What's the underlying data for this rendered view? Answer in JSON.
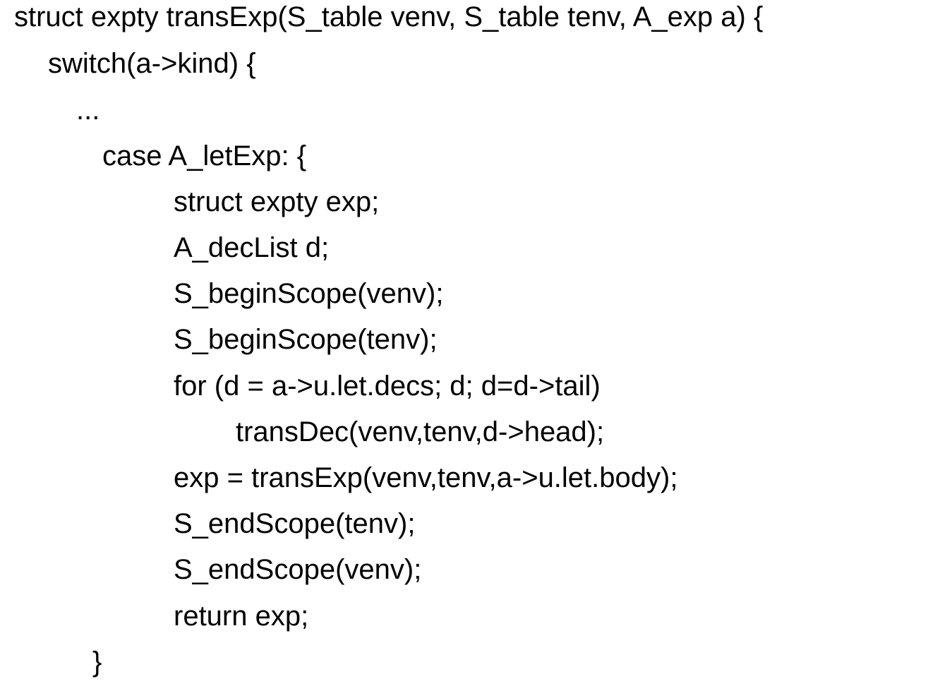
{
  "code": {
    "lines": [
      "struct expty transExp(S_table venv, S_table tenv, A_exp a) {",
      "switch(a->kind) {",
      "...",
      "case A_letExp: {",
      "struct expty exp;",
      "A_decList d;",
      "S_beginScope(venv);",
      "S_beginScope(tenv);",
      "for (d = a->u.let.decs; d; d=d->tail)",
      "transDec(venv,tenv,d->head);",
      "exp = transExp(venv,tenv,a->u.let.body);",
      "S_endScope(tenv);",
      "S_endScope(venv);",
      "return exp;",
      "}"
    ]
  }
}
